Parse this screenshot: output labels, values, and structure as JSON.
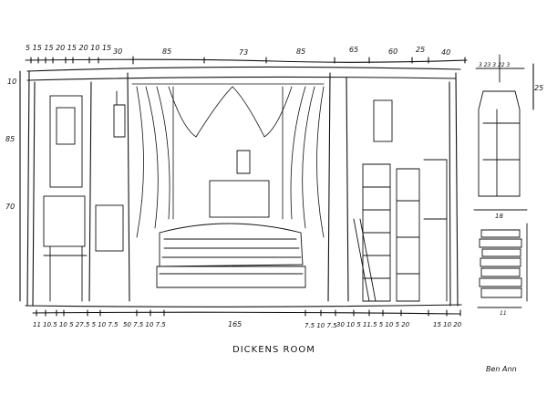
{
  "title": "DICKENS ROOM",
  "signature": "Ben Ann",
  "top_dimensions": {
    "left_small": "5 15 15 20 15 20 10 15",
    "values": [
      "30",
      "85",
      "73",
      "85",
      "65",
      "60",
      "25",
      "40"
    ]
  },
  "bottom_dimensions": {
    "left": "11 10.5 10 5 27.5 5 10 7.5",
    "left_b": "50 7.5 10 7.5",
    "center": "165",
    "right": "7.5 10 7.5",
    "right_b": "30 10 5 11.5 5 10 5 20",
    "right_c": "15 10 20"
  },
  "side_dimensions": {
    "left": [
      "10",
      "85",
      "70"
    ],
    "right": "25"
  },
  "lantern_dimensions": {
    "top": "3 23 3 22 3",
    "width": "18",
    "books_width": "11"
  }
}
